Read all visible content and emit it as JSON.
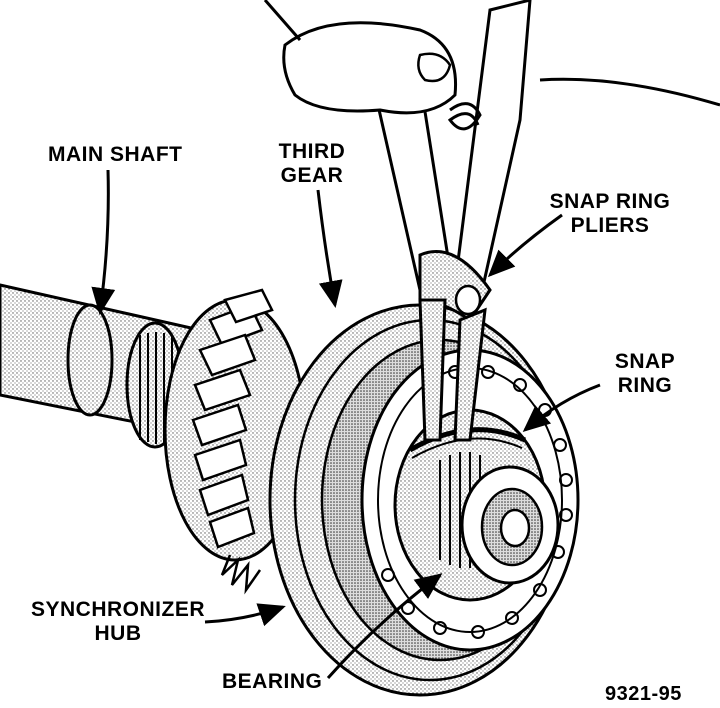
{
  "labels": {
    "main_shaft": "MAIN SHAFT",
    "third_gear_line1": "THIRD",
    "third_gear_line2": "GEAR",
    "snap_ring_pliers_line1": "SNAP RING",
    "snap_ring_pliers_line2": "PLIERS",
    "snap_ring_line1": "SNAP",
    "snap_ring_line2": "RING",
    "synchronizer_hub_line1": "SYNCHRONIZER",
    "synchronizer_hub_line2": "HUB",
    "bearing": "BEARING"
  },
  "figure_number": "9321-95",
  "colors": {
    "ink": "#000000",
    "paper": "#ffffff",
    "shade": "#bdbdbd"
  },
  "icons": {
    "hand": "hand-icon",
    "pliers": "snap-ring-pliers-icon"
  }
}
